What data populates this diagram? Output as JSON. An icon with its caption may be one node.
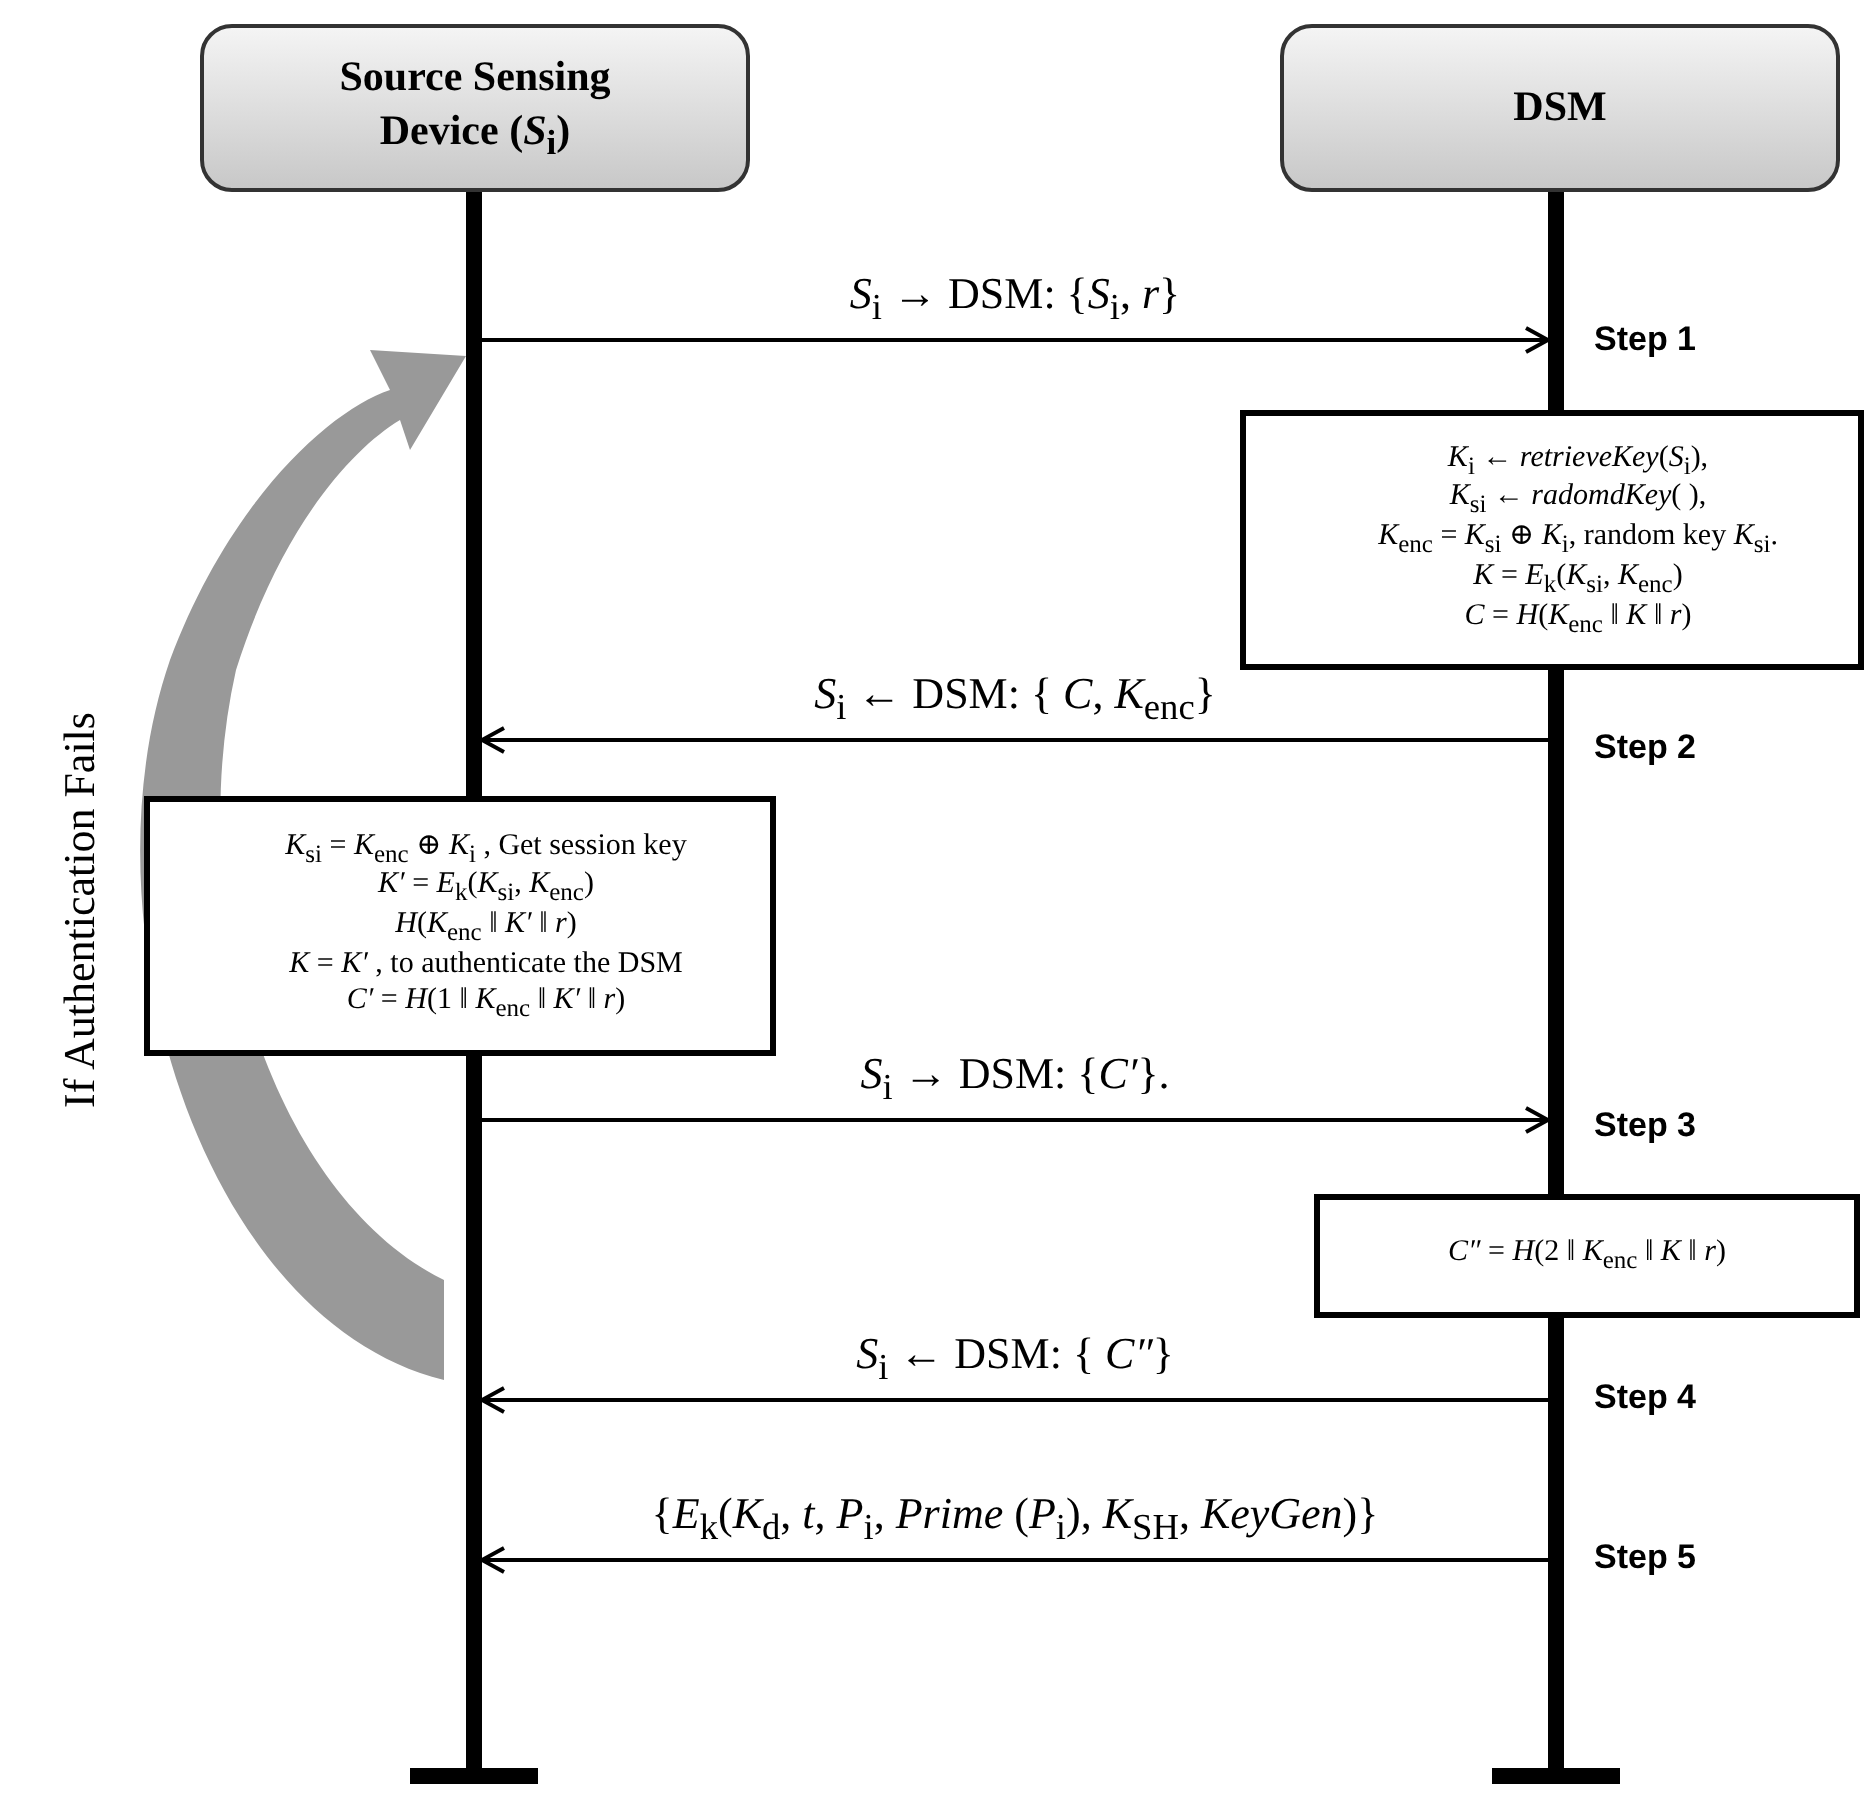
{
  "diagram": {
    "nodes": [
      {
        "text": [
          "Source Sensing Device (*S*$_{i}$)"
        ]
      },
      {
        "text": [
          "DSM"
        ]
      },
      {
        "text": [],
        "shape": "bar"
      },
      {
        "text": [],
        "shape": "bar"
      },
      {
        "text": [
          "*K*$_{i}$ ← *retrieveKey*(*S*$_{i}$),",
          "*K*$_{si}$ ← *radomdKey*( ),",
          "*K*$_{enc}$ = *K*$_{si}$ ⊕ *K*$_{i}$, random key *K*$_{si}$.",
          "*K* = *E*$_{k}$(*K*$_{si}$, *K*$_{enc}$)",
          "*C* = *H*(*K*$_{enc}$ ‖ *K* ‖ *r*)"
        ]
      },
      {
        "text": [
          "*K*$_{si}$ = *K*$_{enc}$ ⊕ *K*$_{i}$ , Get session key",
          "*K′* = *E*$_{k}$(*K*$_{si}$, *K*$_{enc}$)",
          "*H*(*K*$_{enc}$ ‖ *K′* ‖ *r*)",
          "*K* = *K′* , to authenticate the DSM",
          "*C′* = *H*(1 ‖ *K*$_{enc}$ ‖ *K′* ‖ *r*)"
        ]
      },
      {
        "text": [
          "*C″* = *H*(2 ‖ *K*$_{enc}$ ‖ *K* ‖ *r*)"
        ]
      }
    ],
    "edges": [
      {
        "from": 2,
        "to": 3,
        "arrow": "to",
        "label": "*S*$_{i}$ → DSM: {*S*$_{i}$, *r*}"
      },
      {
        "from": 3,
        "to": 2,
        "arrow": "to",
        "label": "*S*$_{i}$ ← DSM: { *C*, *K*$_{enc}$}"
      },
      {
        "from": 2,
        "to": 3,
        "arrow": "to",
        "label": "*S*$_{i}$ → DSM: {*C′*}."
      },
      {
        "from": 3,
        "to": 2,
        "arrow": "to",
        "label": "*S*$_{i}$ ← DSM: { *C″*}"
      },
      {
        "from": 3,
        "to": 2,
        "arrow": "to",
        "label": "{*E*$_{k}$(*K*$_{d}$, *t*, *P*$_{i}$, *Prime* (*P*$_{i}$), *K*$_{SH}$, *KeyGen*)}"
      },
      {
        "from": null,
        "to": 2,
        "arrow": "to",
        "style": "thick",
        "color": "#999999",
        "label": "If Authentication Fails"
      }
    ],
    "labels": [
      "Step 1",
      "Step 2",
      "Step 3",
      "Step 4",
      "Step 5"
    ]
  }
}
